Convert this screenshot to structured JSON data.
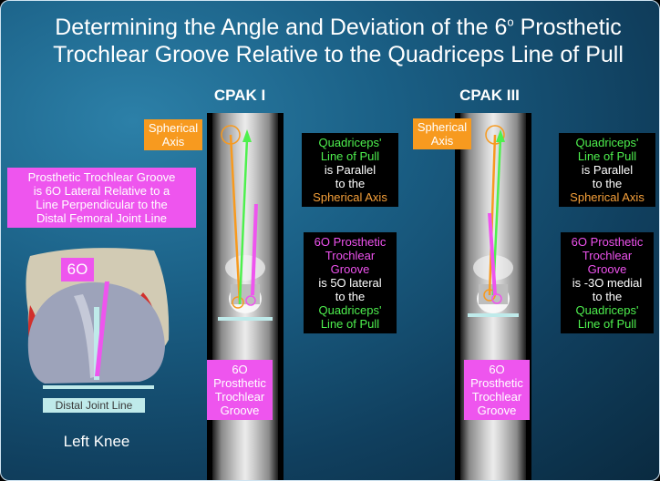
{
  "title": {
    "line1_pre": "Determining the Angle and Deviation of the 6",
    "line1_deg": "o",
    "line1_post": " Prosthetic",
    "line2": "Trochlear Groove Relative to the Quadriceps Line of Pull"
  },
  "panels": [
    {
      "heading": "CPAK I",
      "spherical_axis": [
        "Spherical",
        "Axis"
      ],
      "parallel_box": {
        "quad_lines": [
          "Quadriceps'",
          "Line of Pull"
        ],
        "mid_lines": [
          "is Parallel",
          "to the"
        ],
        "axis_label": "Spherical Axis"
      },
      "deviation_box": {
        "groove_lines": [
          "6O Prosthetic",
          "Trochlear",
          "Groove"
        ],
        "mid_lines": [
          "is 5O lateral",
          "to the"
        ],
        "quad_lines": [
          "Quadriceps'",
          "Line of Pull"
        ]
      },
      "groove_label": [
        "6O",
        "Prosthetic",
        "Trochlear",
        "Groove"
      ]
    },
    {
      "heading": "CPAK III",
      "spherical_axis": [
        "Spherical",
        "Axis"
      ],
      "parallel_box": {
        "quad_lines": [
          "Quadriceps'",
          "Line of Pull"
        ],
        "mid_lines": [
          "is Parallel",
          "to the"
        ],
        "axis_label": "Spherical Axis"
      },
      "deviation_box": {
        "groove_lines": [
          "6O Prosthetic",
          "Trochlear",
          "Groove"
        ],
        "mid_lines": [
          "is -3O medial",
          "to the"
        ],
        "quad_lines": [
          "Quadriceps'",
          "Line of Pull"
        ]
      },
      "groove_label": [
        "6O",
        "Prosthetic",
        "Trochlear",
        "Groove"
      ]
    }
  ],
  "knee": {
    "description_lines": [
      "Prosthetic Trochlear Groove",
      "is 6O Lateral Relative to a",
      "Line Perpendicular to the",
      "Distal Femoral Joint Line"
    ],
    "angle_label": "6O",
    "joint_line_label": "Distal Joint Line",
    "caption": "Left Knee"
  },
  "colors": {
    "quadriceps_line": "#4ef04e",
    "spherical_axis": "#f79a1f",
    "groove": "#ee55ee",
    "joint_line": "#bfeaea"
  }
}
